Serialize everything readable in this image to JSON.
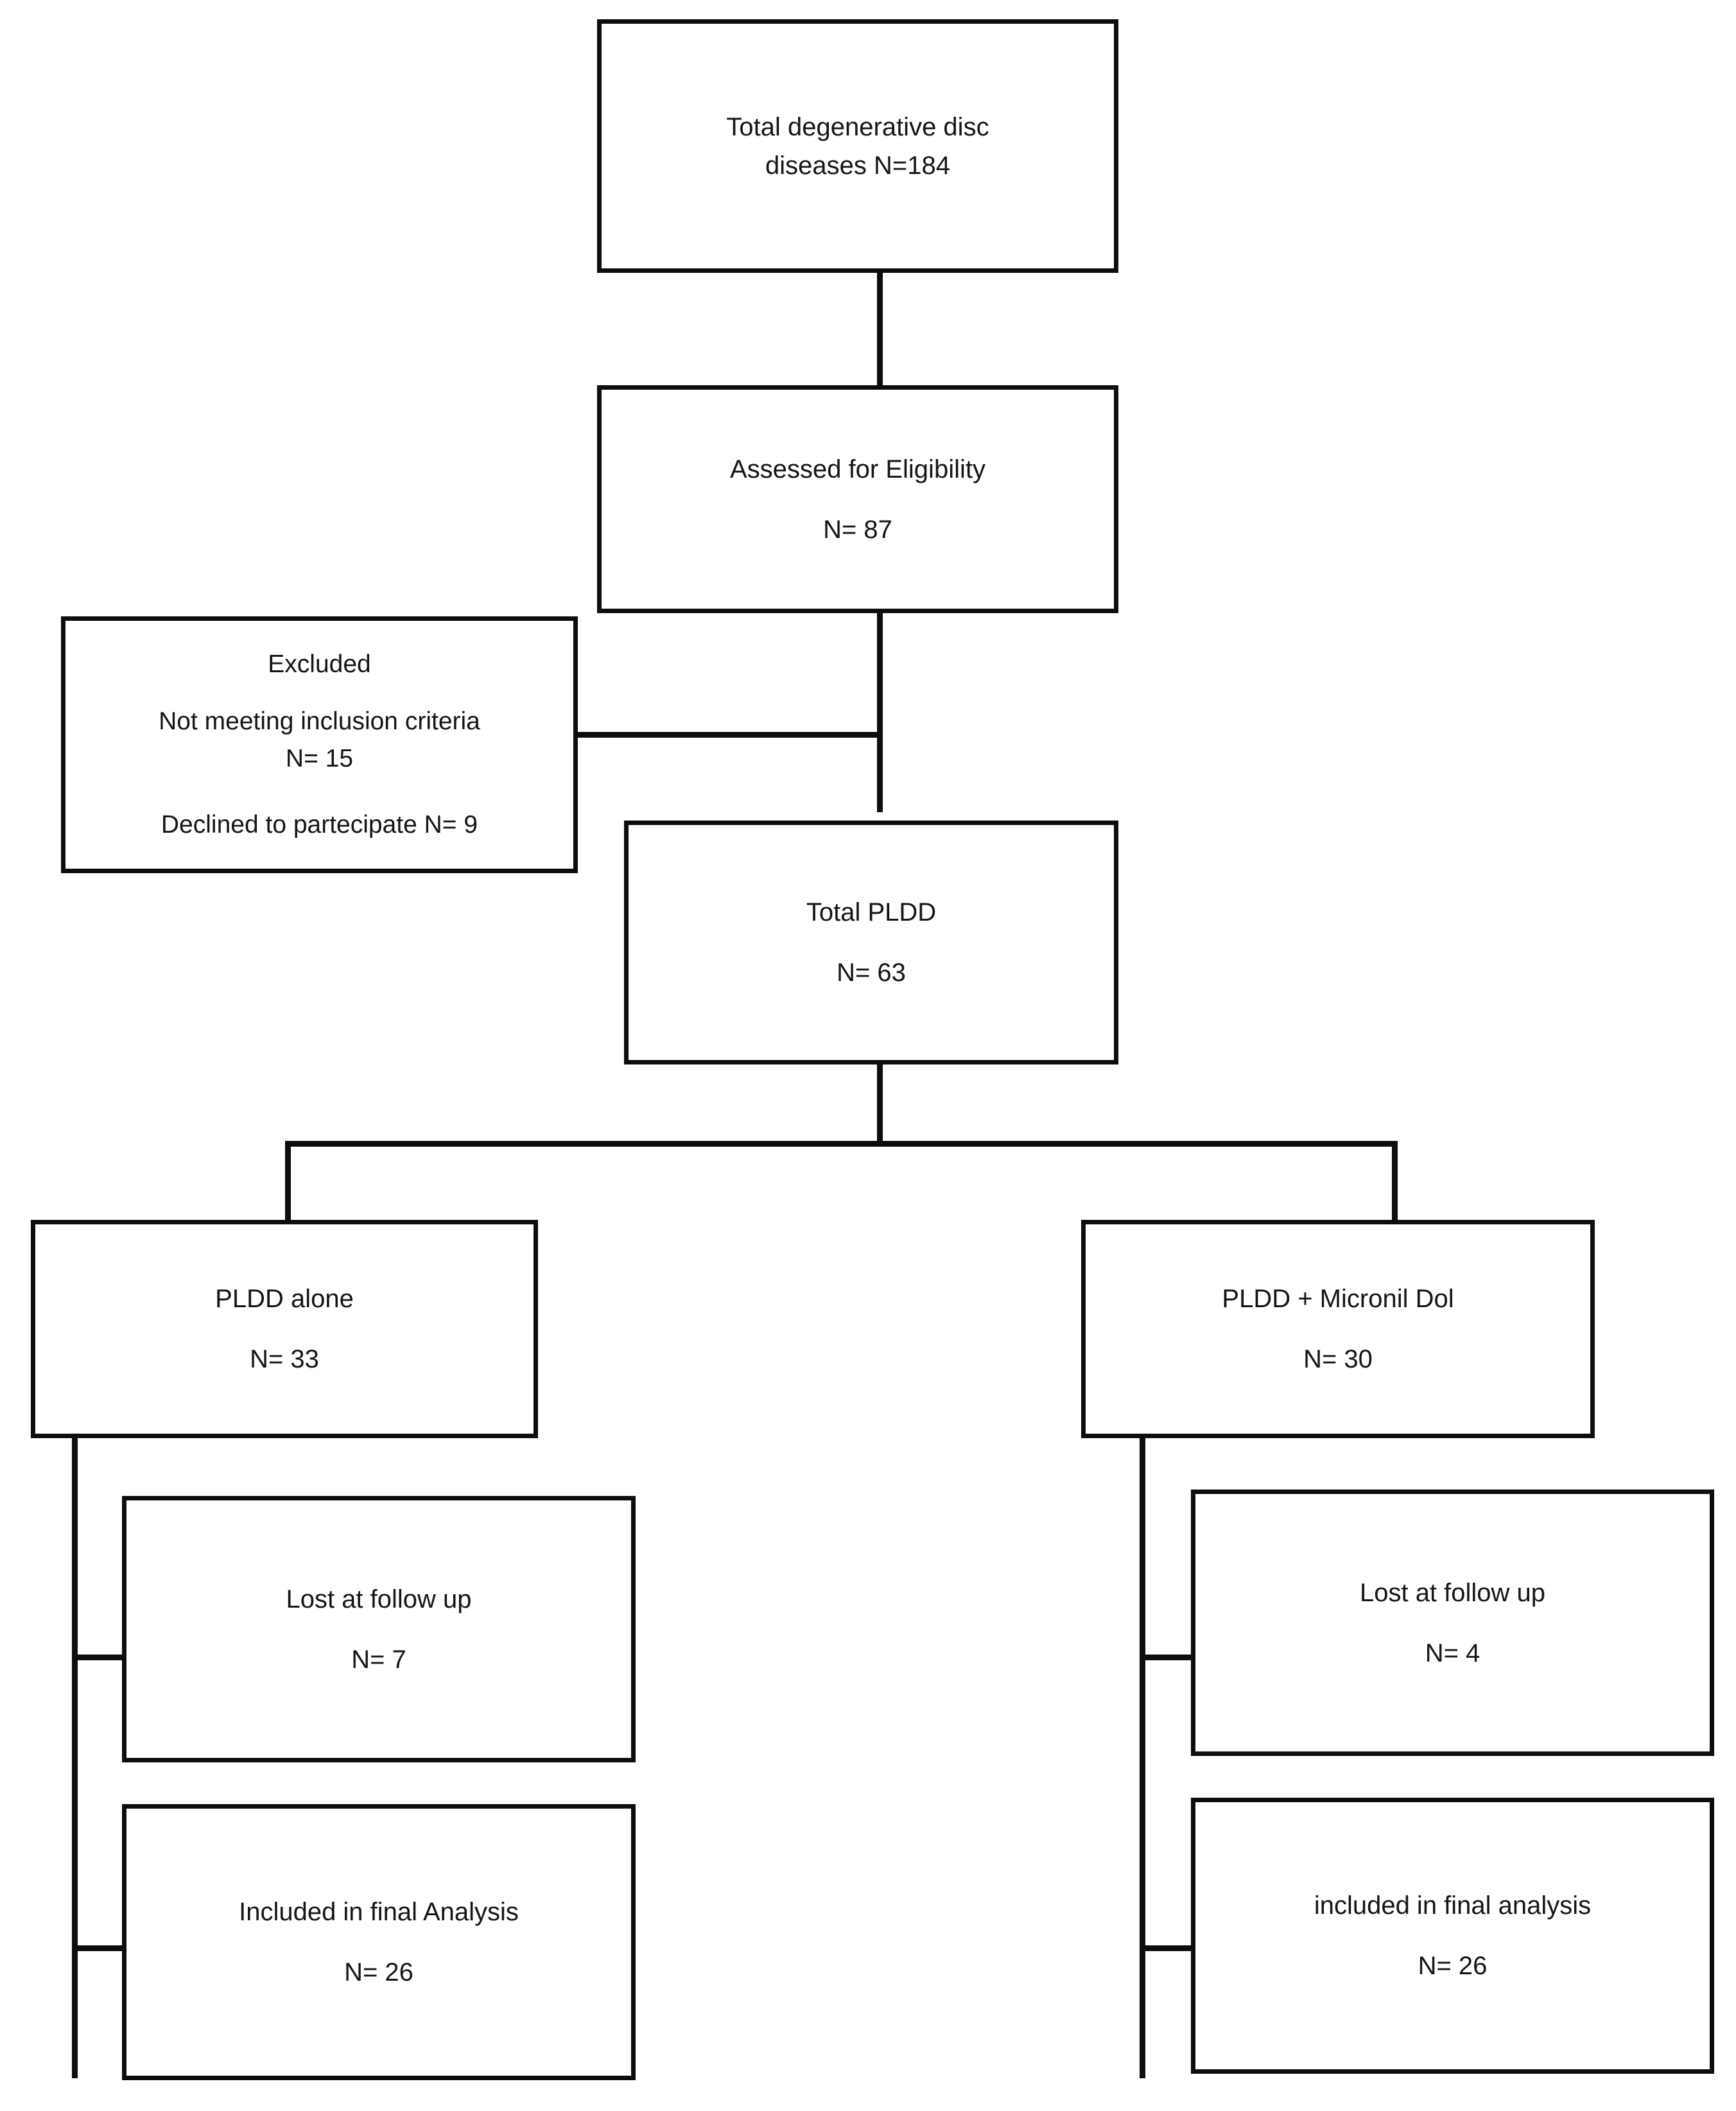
{
  "diagram": {
    "title": "CONSORT-style participant flow diagram",
    "nodes": {
      "total_ddd": {
        "line1": "Total degenerative disc",
        "line2": "diseases N=184"
      },
      "assessed": {
        "line1": "Assessed for Eligibility",
        "line2": "N= 87"
      },
      "excluded": {
        "line1": "Excluded",
        "line2": "Not meeting inclusion criteria",
        "line3": "N= 15",
        "line4": "Declined to partecipate  N= 9"
      },
      "total_pldd": {
        "line1": "Total PLDD",
        "line2": "N= 63"
      },
      "pldd_alone": {
        "line1": "PLDD alone",
        "line2": "N= 33"
      },
      "pldd_micronil": {
        "line1": "PLDD + Micronil Dol",
        "line2": "N= 30"
      },
      "lost_left": {
        "line1": "Lost at follow up",
        "line2": "N= 7"
      },
      "lost_right": {
        "line1": "Lost at follow up",
        "line2": "N= 4"
      },
      "final_left": {
        "line1": "Included in final Analysis",
        "line2": "N= 26"
      },
      "final_right": {
        "line1": "included in final analysis",
        "line2": "N= 26"
      }
    },
    "colors": {
      "stroke": "#0d0d0d",
      "text": "#151515",
      "background": "#ffffff"
    }
  },
  "chart_data": {
    "type": "diagram",
    "title": "Participant flow diagram",
    "nodes": [
      {
        "id": "total_ddd",
        "label": "Total degenerative disc diseases",
        "n": 184
      },
      {
        "id": "assessed",
        "label": "Assessed for Eligibility",
        "n": 87
      },
      {
        "id": "excluded_criteria",
        "label": "Excluded - Not meeting inclusion criteria",
        "n": 15
      },
      {
        "id": "excluded_declined",
        "label": "Excluded - Declined to partecipate",
        "n": 9
      },
      {
        "id": "total_pldd",
        "label": "Total PLDD",
        "n": 63
      },
      {
        "id": "pldd_alone",
        "label": "PLDD alone",
        "n": 33
      },
      {
        "id": "pldd_micronil",
        "label": "PLDD + Micronil Dol",
        "n": 30
      },
      {
        "id": "lost_left",
        "label": "Lost at follow up (PLDD alone)",
        "n": 7
      },
      {
        "id": "lost_right",
        "label": "Lost at follow up (PLDD + Micronil Dol)",
        "n": 4
      },
      {
        "id": "final_left",
        "label": "Included in final Analysis (PLDD alone)",
        "n": 26
      },
      {
        "id": "final_right",
        "label": "included in final analysis (PLDD + Micronil Dol)",
        "n": 26
      }
    ],
    "edges": [
      {
        "from": "total_ddd",
        "to": "assessed"
      },
      {
        "from": "assessed",
        "to": "excluded_criteria"
      },
      {
        "from": "assessed",
        "to": "total_pldd"
      },
      {
        "from": "total_pldd",
        "to": "pldd_alone"
      },
      {
        "from": "total_pldd",
        "to": "pldd_micronil"
      },
      {
        "from": "pldd_alone",
        "to": "lost_left"
      },
      {
        "from": "pldd_alone",
        "to": "final_left"
      },
      {
        "from": "pldd_micronil",
        "to": "lost_right"
      },
      {
        "from": "pldd_micronil",
        "to": "final_right"
      }
    ]
  }
}
